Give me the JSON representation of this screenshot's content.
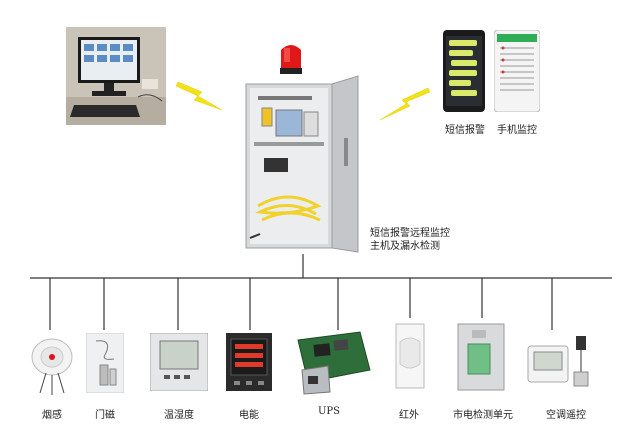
{
  "top": {
    "monitor_caption": "",
    "cabinet_label_line1": "短信报警远程监控",
    "cabinet_label_line2": "主机及漏水检测",
    "phone_left_label": "短信报警",
    "phone_right_label": "手机监控"
  },
  "devices": [
    {
      "id": "smoke",
      "label": "烟感"
    },
    {
      "id": "door",
      "label": "门磁"
    },
    {
      "id": "temp",
      "label": "温湿度"
    },
    {
      "id": "meter",
      "label": "电能"
    },
    {
      "id": "ups",
      "label": "UPS"
    },
    {
      "id": "infrared",
      "label": "红外"
    },
    {
      "id": "mains",
      "label": "市电检测单元"
    },
    {
      "id": "ac",
      "label": "空调遥控"
    }
  ],
  "colors": {
    "bus_line": "#333333",
    "lightning": "#f2e21a",
    "alarm_red": "#e01818",
    "cabinet": "#d7d8da",
    "cable_yellow": "#f0d22a"
  }
}
